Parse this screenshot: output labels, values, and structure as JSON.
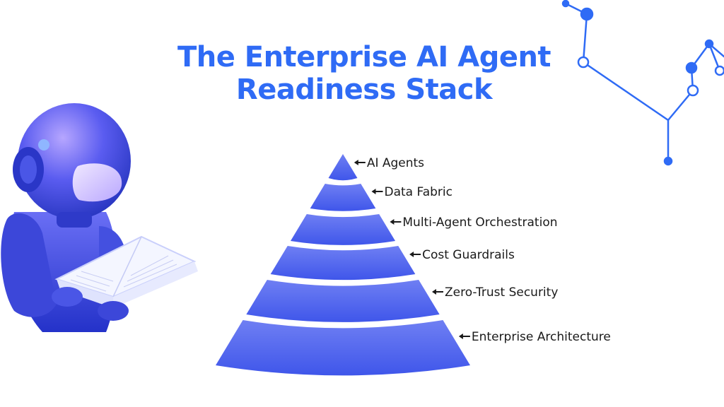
{
  "title": {
    "line1": "The Enterprise AI Agent",
    "line2": "Readiness Stack"
  },
  "pyramid": {
    "layers": [
      {
        "label": "AI Agents"
      },
      {
        "label": "Data Fabric"
      },
      {
        "label": "Multi-Agent Orchestration"
      },
      {
        "label": "Cost Guardrails"
      },
      {
        "label": "Zero-Trust Security"
      },
      {
        "label": "Enterprise Architecture"
      }
    ]
  },
  "colors": {
    "accent": "#2f6bf5",
    "tier_top": "#6f7ff3",
    "tier_bottom": "#3f56ea",
    "text": "#1a1a1a",
    "network": "#2f6bf5"
  },
  "illustration": {
    "robot": "robot-reading-book-icon",
    "network": "node-network-graph-icon"
  }
}
